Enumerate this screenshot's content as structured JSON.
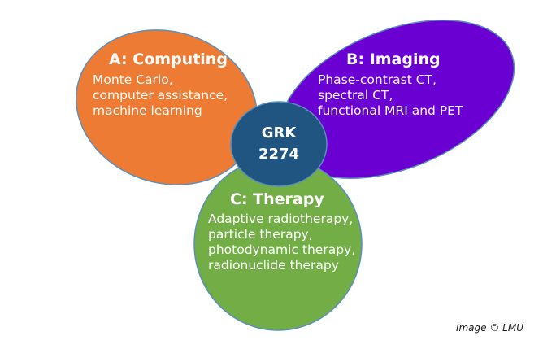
{
  "center": {
    "lines": [
      "GRK",
      "2274"
    ],
    "color": "#1f5580"
  },
  "computing": {
    "title": "A: Computing",
    "lines": [
      "Monte Carlo,",
      "computer assistance,",
      "machine learning"
    ],
    "color": "#ee7b33"
  },
  "imaging": {
    "title": "B: Imaging",
    "lines": [
      "Phase-contrast CT,",
      "spectral CT,",
      "functional MRI and PET"
    ],
    "color": "#6a00d2"
  },
  "therapy": {
    "title": "C: Therapy",
    "lines": [
      "Adaptive radiotherapy,",
      "particle therapy,",
      "photodynamic therapy,",
      "radionuclide therapy"
    ],
    "color": "#72ad45"
  },
  "credit": "Image © LMU",
  "outline_color": "#5a8fbd"
}
